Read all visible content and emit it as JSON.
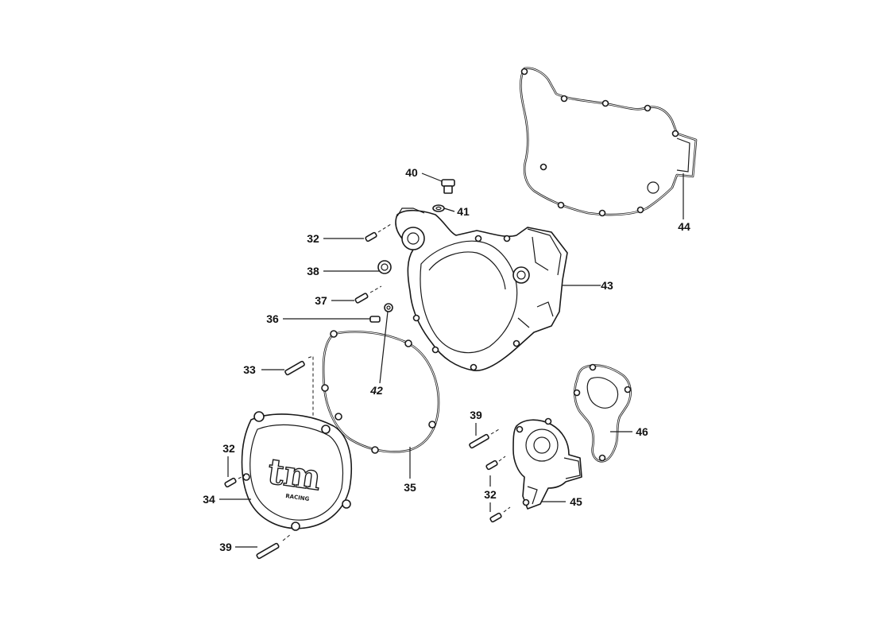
{
  "callouts": {
    "c32_top": "32",
    "c38": "38",
    "c37": "37",
    "c36": "36",
    "c33": "33",
    "c42": "42",
    "c40": "40",
    "c41": "41",
    "c43": "43",
    "c44": "44",
    "c32_left": "32",
    "c34": "34",
    "c35": "35",
    "c39_bottom": "39",
    "c39_right": "39",
    "c32_right": "32",
    "c45": "45",
    "c46": "46"
  },
  "logo": {
    "main": "tm",
    "sub": "RACING"
  }
}
